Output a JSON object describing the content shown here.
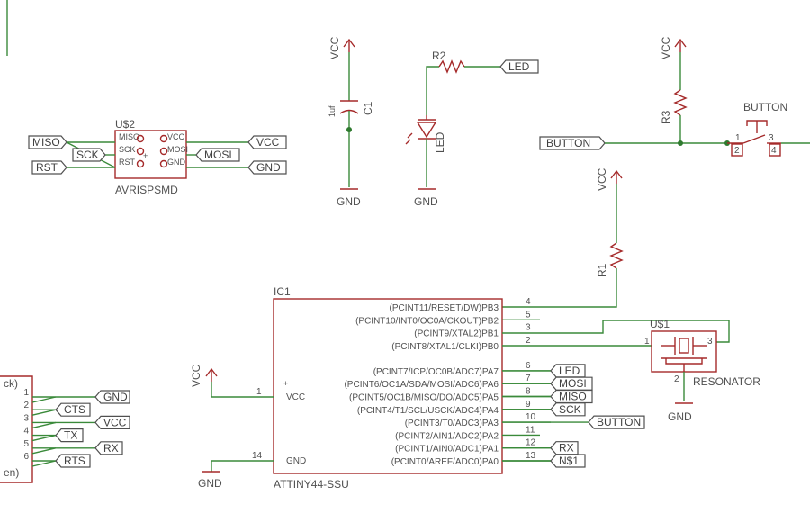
{
  "colors": {
    "wire": "#3a8a3a",
    "part": "#a52a2a",
    "text": "#505050",
    "background": "#ffffff"
  },
  "power": {
    "vcc": "VCC",
    "gnd": "GND"
  },
  "isp": {
    "ref": "U$2",
    "name": "AVRISPSMD",
    "pins_left": [
      "MISO",
      "SCK",
      "RST"
    ],
    "pins_right": [
      "VCC",
      "MOSI",
      "GND"
    ],
    "left_nets": [
      "MISO",
      "SCK",
      "RST"
    ],
    "right_nets": [
      "VCC",
      "MOSI",
      "GND"
    ]
  },
  "cap": {
    "ref": "C1",
    "value": "1uf"
  },
  "led": {
    "res_ref": "R2",
    "ref": "LED",
    "net": "LED"
  },
  "button": {
    "title": "BUTTON",
    "net": "BUTTON",
    "res_ref": "R3",
    "pins": [
      "1",
      "2",
      "3",
      "4"
    ]
  },
  "r1": {
    "ref": "R1"
  },
  "ic": {
    "ref": "IC1",
    "name": "ATTINY44-SSU",
    "vcc_pin": "VCC",
    "vcc_num": "1",
    "gnd_pin": "GND",
    "gnd_num": "14",
    "plus": "+",
    "pins": [
      {
        "label": "(PCINT11/RESET/DW)PB3",
        "num": "4",
        "net": ""
      },
      {
        "label": "(PCINT10/INT0/OC0A/CKOUT)PB2",
        "num": "5",
        "net": ""
      },
      {
        "label": "(PCINT9/XTAL2)PB1",
        "num": "3",
        "net": ""
      },
      {
        "label": "(PCINT8/XTAL1/CLKI)PB0",
        "num": "2",
        "net": ""
      },
      {
        "label": "(PCINT7/ICP/OC0B/ADC7)PA7",
        "num": "6",
        "net": "LED"
      },
      {
        "label": "(PCINT6/OC1A/SDA/MOSI/ADC6)PA6",
        "num": "7",
        "net": "MOSI"
      },
      {
        "label": "(PCINT5/OC1B/MISO/DO/ADC5)PA5",
        "num": "8",
        "net": "MISO"
      },
      {
        "label": "(PCINT4/T1/SCL/USCK/ADC4)PA4",
        "num": "9",
        "net": "SCK"
      },
      {
        "label": "(PCINT3/T0/ADC3)PA3",
        "num": "10",
        "net": "BUTTON"
      },
      {
        "label": "(PCINT2/AIN1/ADC2)PA2",
        "num": "11",
        "net": ""
      },
      {
        "label": "(PCINT1/AIN0/ADC1)PA1",
        "num": "12",
        "net": "RX"
      },
      {
        "label": "(PCINT0/AREF/ADC0)PA0",
        "num": "13",
        "net": "N$1"
      }
    ]
  },
  "resonator": {
    "ref": "U$1",
    "name": "RESONATOR",
    "pins": [
      "1",
      "2",
      "3"
    ]
  },
  "ftdi": {
    "partial_top": "ck)",
    "partial_bottom": "en)",
    "pins": [
      "1",
      "2",
      "3",
      "4",
      "5",
      "6"
    ],
    "nets": [
      "GND",
      "CTS",
      "VCC",
      "TX",
      "RX",
      "RTS"
    ]
  }
}
